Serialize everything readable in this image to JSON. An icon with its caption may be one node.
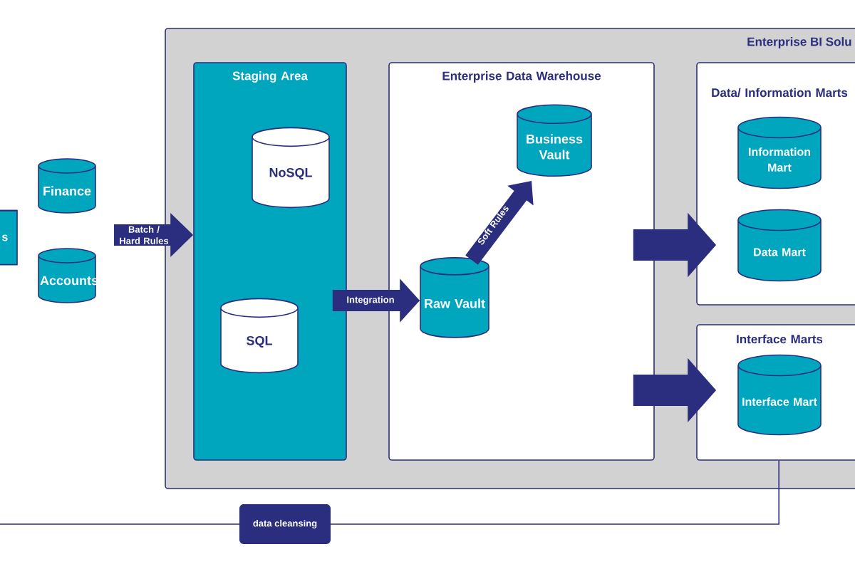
{
  "diagram": {
    "nodes": [
      {
        "text": [
          "s"
        ]
      },
      {
        "text": [
          "Finance"
        ]
      },
      {
        "text": [
          "Accounts"
        ]
      },
      {
        "text": [
          "Enterprise BI Solu"
        ]
      },
      {
        "text": [
          "Staging Area"
        ],
        "in": 3
      },
      {
        "text": [
          "NoSQL"
        ],
        "in": 4
      },
      {
        "text": [
          "SQL"
        ],
        "in": 4
      },
      {
        "text": [
          "Enterprise Data Warehouse"
        ],
        "in": 3
      },
      {
        "text": [
          "Business Vault"
        ],
        "in": 7
      },
      {
        "text": [
          "Raw Vault"
        ],
        "in": 7
      },
      {
        "text": [
          "Data/ Information Marts"
        ],
        "in": 3
      },
      {
        "text": [
          "Information Mart"
        ],
        "in": 10
      },
      {
        "text": [
          "Data Mart"
        ],
        "in": 10
      },
      {
        "text": [
          "Interface Marts"
        ],
        "in": 3
      },
      {
        "text": [
          "Interface Mart"
        ],
        "in": 13
      }
    ],
    "edges": [
      {
        "from": null,
        "to": 4,
        "arrow": "to",
        "label": "Batch / Hard Rules"
      },
      {
        "from": 4,
        "to": 9,
        "arrow": "to",
        "label": "Integration"
      },
      {
        "from": 9,
        "to": 8,
        "arrow": "to",
        "label": "Soft Rules"
      },
      {
        "from": 7,
        "to": 10,
        "arrow": "to"
      },
      {
        "from": 7,
        "to": 13,
        "arrow": "to"
      },
      {
        "from": 13,
        "to": null,
        "arrow": "none",
        "label": "data cleansing"
      }
    ]
  }
}
